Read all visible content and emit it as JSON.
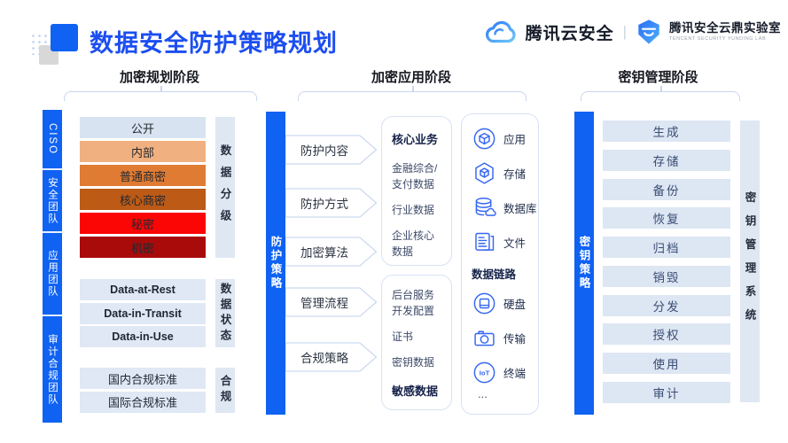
{
  "title": "数据安全防护策略规划",
  "brand": {
    "cloud_name": "腾讯云安全",
    "divider": "|",
    "lab_name": "腾讯安全云鼎实验室",
    "lab_sub": "TENCENT SECURITY YUNDING LAB"
  },
  "colors": {
    "accent_blue": "#0f62f2",
    "title_blue": "#1c4ef0",
    "icon_blue": "#3566f0",
    "row_bg": "#dfe8f4",
    "side_label_bg": "#dfe7f3",
    "box_border": "#d8e2f4",
    "bracket_line": "#c9d6ee"
  },
  "sections": {
    "planning": {
      "header": "加密规划阶段",
      "teams": [
        "CISO",
        "安全团队",
        "应用团队",
        "审计合规团队"
      ],
      "levels": [
        {
          "label": "公开",
          "color": "#d8e3f1"
        },
        {
          "label": "内部",
          "color": "#f1b07f"
        },
        {
          "label": "普通商密",
          "color": "#e07b33"
        },
        {
          "label": "核心商密",
          "color": "#bc5a16"
        },
        {
          "label": "秘密",
          "color": "#fb0505"
        },
        {
          "label": "机密",
          "color": "#a90b0b"
        }
      ],
      "levels_label": "数据分级",
      "states": [
        "Data-at-Rest",
        "Data-in-Transit",
        "Data-in-Use"
      ],
      "states_label": "数据状态",
      "compliance": [
        "国内合规标准",
        "国际合规标准"
      ],
      "compliance_label": "合规"
    },
    "application": {
      "header": "加密应用阶段",
      "bar_label": "防护策略",
      "arrows": [
        "防护内容",
        "防护方式",
        "加密算法",
        "管理流程",
        "合规策略"
      ],
      "core_box": {
        "title": "核心业务",
        "items": [
          "金融综合/支付数据",
          "行业数据",
          "企业核心数据"
        ]
      },
      "sensitive_box": {
        "items": [
          "后台服务开发配置",
          "证书",
          "密钥数据"
        ],
        "footer": "敏感数据"
      },
      "targets_box": {
        "top": [
          {
            "icon": "app-icon",
            "label": "应用"
          },
          {
            "icon": "storage-icon",
            "label": "存储"
          },
          {
            "icon": "database-icon",
            "label": "数据库"
          },
          {
            "icon": "file-icon",
            "label": "文件"
          }
        ],
        "divider": "数据链路",
        "bottom": [
          {
            "icon": "disk-icon",
            "label": "硬盘"
          },
          {
            "icon": "transfer-icon",
            "label": "传输"
          },
          {
            "icon": "iot-icon",
            "icon_text": "IoT",
            "label": "终端"
          }
        ],
        "more": "..."
      }
    },
    "keymgmt": {
      "header": "密钥管理阶段",
      "bar_label": "密钥策略",
      "steps": [
        "生成",
        "存储",
        "备份",
        "恢复",
        "归档",
        "销毁",
        "分发",
        "授权",
        "使用",
        "审计"
      ],
      "side_label": "密钥管理系统"
    }
  }
}
